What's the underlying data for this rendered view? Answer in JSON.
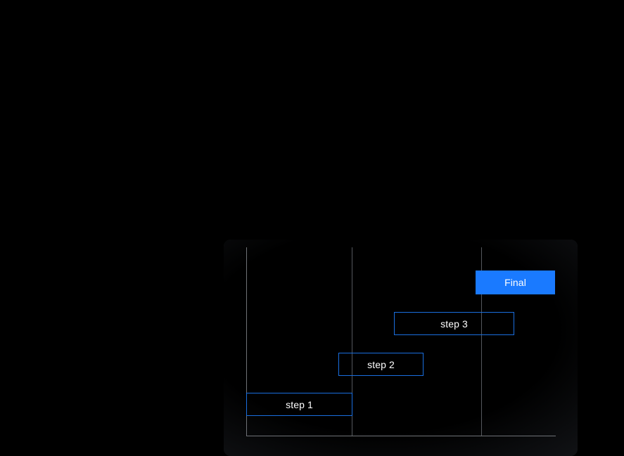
{
  "page": {
    "background_color": "#000000",
    "panel_background_color": "#1b1d21"
  },
  "chart_panel": {
    "name": "waterfall-steps-chart",
    "axis_color": "#6f7277",
    "gridline_color": "#55585d",
    "outline_bar_color": "#1a6fe0",
    "filled_bar_color": "#1a7aff",
    "label_color": "#ffffff"
  },
  "chart_data": {
    "type": "bar",
    "orientation": "horizontal",
    "style": "waterfall-gantt",
    "title": "",
    "xlabel": "",
    "ylabel": "",
    "grid": true,
    "gridlines_x": [
      0.343,
      0.76
    ],
    "legend": "none",
    "axis_ranges": {
      "x": [
        0,
        1
      ],
      "y": [
        0,
        1
      ]
    },
    "categories": [
      "step 1",
      "step 2",
      "step 3",
      "Final"
    ],
    "bars": [
      {
        "label": "step 1",
        "start": 0.0,
        "end": 0.341,
        "width": 0.341,
        "row": 0,
        "fill": "outline"
      },
      {
        "label": "step 2",
        "start": 0.298,
        "end": 0.572,
        "width": 0.274,
        "row": 1,
        "fill": "outline"
      },
      {
        "label": "step 3",
        "start": 0.477,
        "end": 0.864,
        "width": 0.387,
        "row": 2,
        "fill": "outline"
      },
      {
        "label": "Final",
        "start": 0.741,
        "end": 0.995,
        "width": 0.254,
        "row": 3,
        "fill": "filled"
      }
    ],
    "values": [
      0.341,
      0.274,
      0.387,
      0.254
    ]
  }
}
